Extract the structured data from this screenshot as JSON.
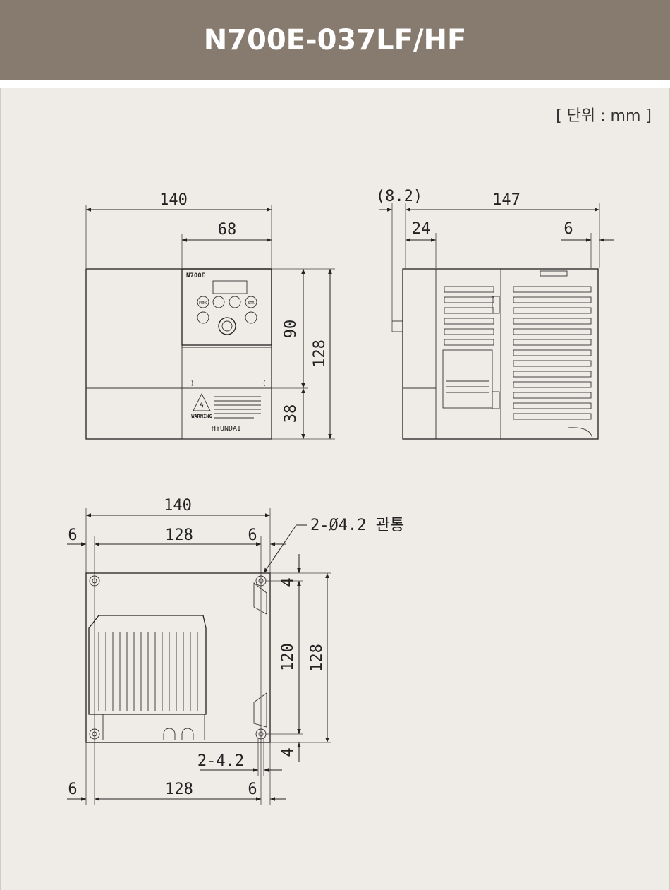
{
  "title": "N700E-037LF/HF",
  "unit_label": "[ 단위 : mm ]",
  "front": {
    "width": "140",
    "panel_width": "68",
    "height_upper": "90",
    "height_total": "128",
    "height_lower": "38",
    "brand_text": "N700E",
    "warning_text": "WARNING",
    "maker_text": "HYUNDAI",
    "keys": [
      "FUNC",
      "STR"
    ]
  },
  "side": {
    "offset": "(8.2)",
    "depth": "147",
    "left_part": "24",
    "right_part": "6"
  },
  "bottom": {
    "width": "140",
    "margin_left": "6",
    "pitch": "128",
    "margin_right": "6",
    "hole_note": "2-Ø4.2 관통",
    "edge_top": "4",
    "pitch_v": "120",
    "height": "128",
    "edge_bottom": "4",
    "hole_dim": "2-4.2",
    "lower_margin_left": "6",
    "lower_pitch": "128",
    "lower_margin_right": "6"
  }
}
